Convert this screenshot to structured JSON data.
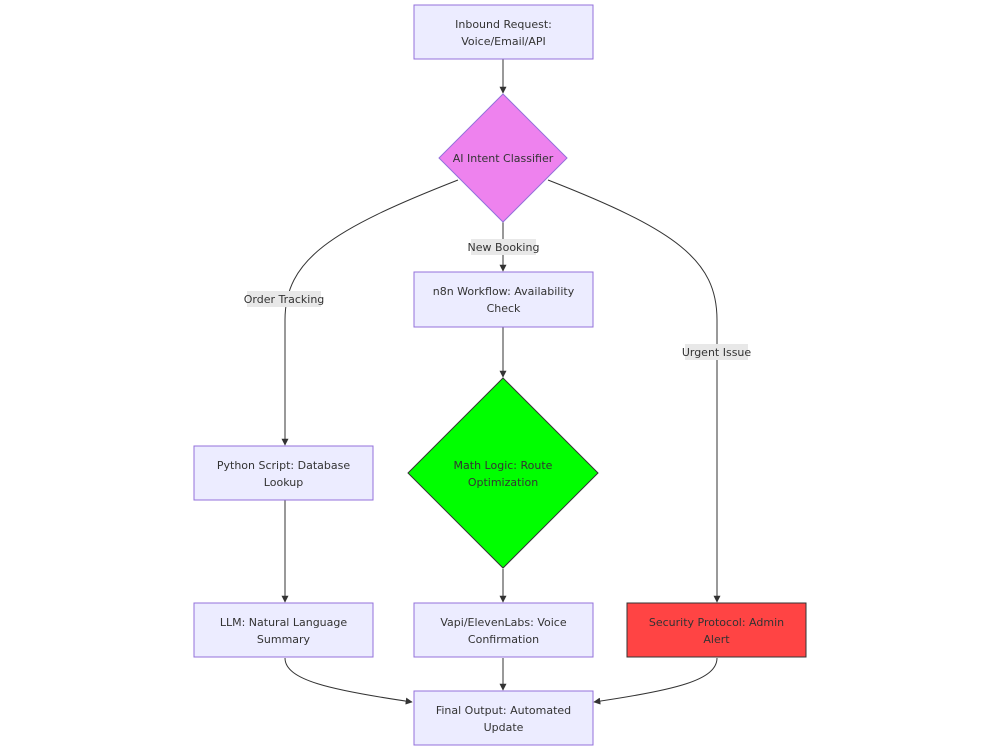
{
  "colors": {
    "process_fill": "#ECECFF",
    "process_stroke": "#9370DB",
    "classifier_fill": "#EE82EE",
    "math_fill": "#00FF00",
    "alert_fill": "#FF4444",
    "edge": "#333333",
    "label_bg": "#E8E8E8"
  },
  "nodes": {
    "inbound": {
      "line1": "Inbound Request:",
      "line2": "Voice/Email/API"
    },
    "classifier": {
      "line1": "AI Intent Classifier"
    },
    "n8n": {
      "line1": "n8n Workflow: Availability",
      "line2": "Check"
    },
    "python": {
      "line1": "Python Script: Database",
      "line2": "Lookup"
    },
    "math": {
      "line1": "Math Logic: Route",
      "line2": "Optimization"
    },
    "llm": {
      "line1": "LLM: Natural Language",
      "line2": "Summary"
    },
    "vapi": {
      "line1": "Vapi/ElevenLabs: Voice",
      "line2": "Confirmation"
    },
    "security": {
      "line1": "Security Protocol: Admin",
      "line2": "Alert"
    },
    "final": {
      "line1": "Final Output: Automated",
      "line2": "Update"
    }
  },
  "edge_labels": {
    "new_booking": "New Booking",
    "order_tracking": "Order Tracking",
    "urgent_issue": "Urgent Issue"
  }
}
